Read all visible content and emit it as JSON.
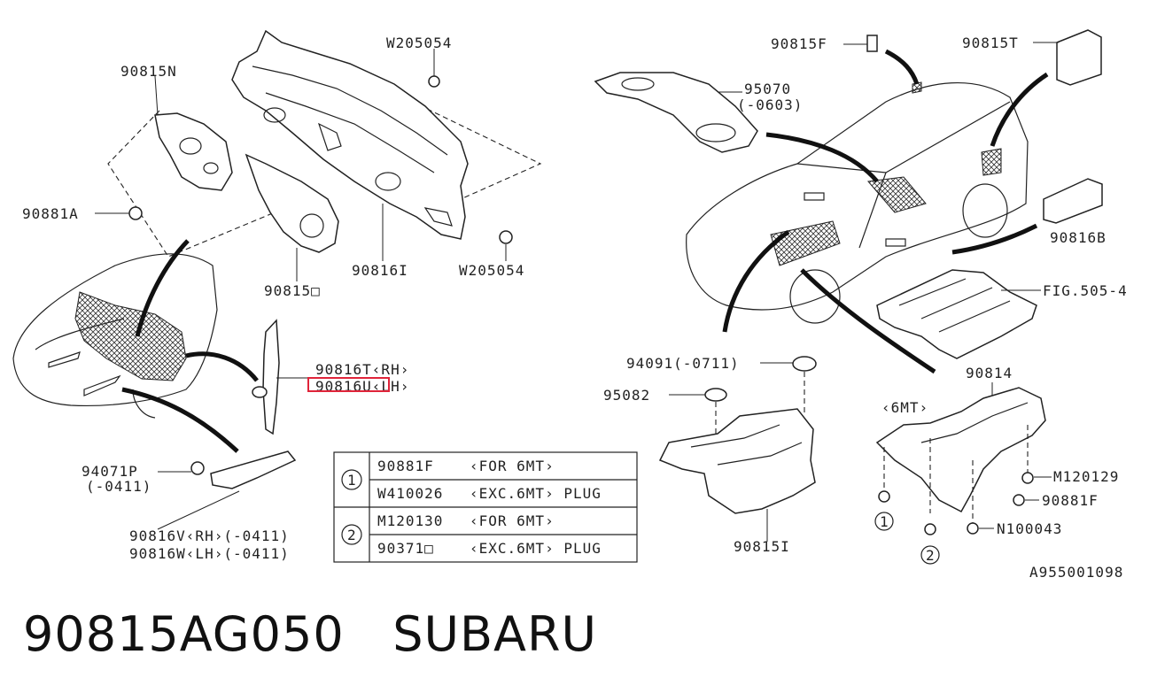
{
  "diagram": {
    "code": "A955001098",
    "labels": {
      "l90815n": "90815N",
      "w205054_top": "W205054",
      "l90881a": "90881A",
      "w205054_bot": "W205054",
      "l90816i": "90816I",
      "l90815o": "90815□",
      "l90816t": "90816T‹RH›",
      "l90816u": "90816U‹LH›",
      "l94071p": "94071P",
      "l94071p_date": "(-0411)",
      "l90816v": "90816V‹RH›(-0411)",
      "l90816w": "90816W‹LH›(-0411)",
      "l90815f": "90815F",
      "l90815t": "90815T",
      "l95070": "95070",
      "l95070_date": "(-0603)",
      "l90816b": "90816B",
      "fig505": "FIG.505-4",
      "l94091": "94091(-0711)",
      "l95082": "95082",
      "l90814": "90814",
      "l6mt": "‹6MT›",
      "m120129": "M120129",
      "l90881f": "90881F",
      "n100043": "N100043",
      "l90815i": "90815I"
    },
    "callouts": {
      "one": "1",
      "two": "2"
    },
    "table": {
      "rows": [
        {
          "num": "1",
          "part": "90881F",
          "note": "‹FOR 6MT›"
        },
        {
          "num": "1",
          "part": "W410026",
          "note": "‹EXC.6MT› PLUG"
        },
        {
          "num": "2",
          "part": "M120130",
          "note": "‹FOR 6MT›"
        },
        {
          "num": "2",
          "part": "90371□",
          "note": "‹EXC.6MT› PLUG"
        }
      ]
    },
    "highlight_color": "#e0243a"
  },
  "footer": {
    "part_number": "90815AG050",
    "brand": "SUBARU"
  }
}
